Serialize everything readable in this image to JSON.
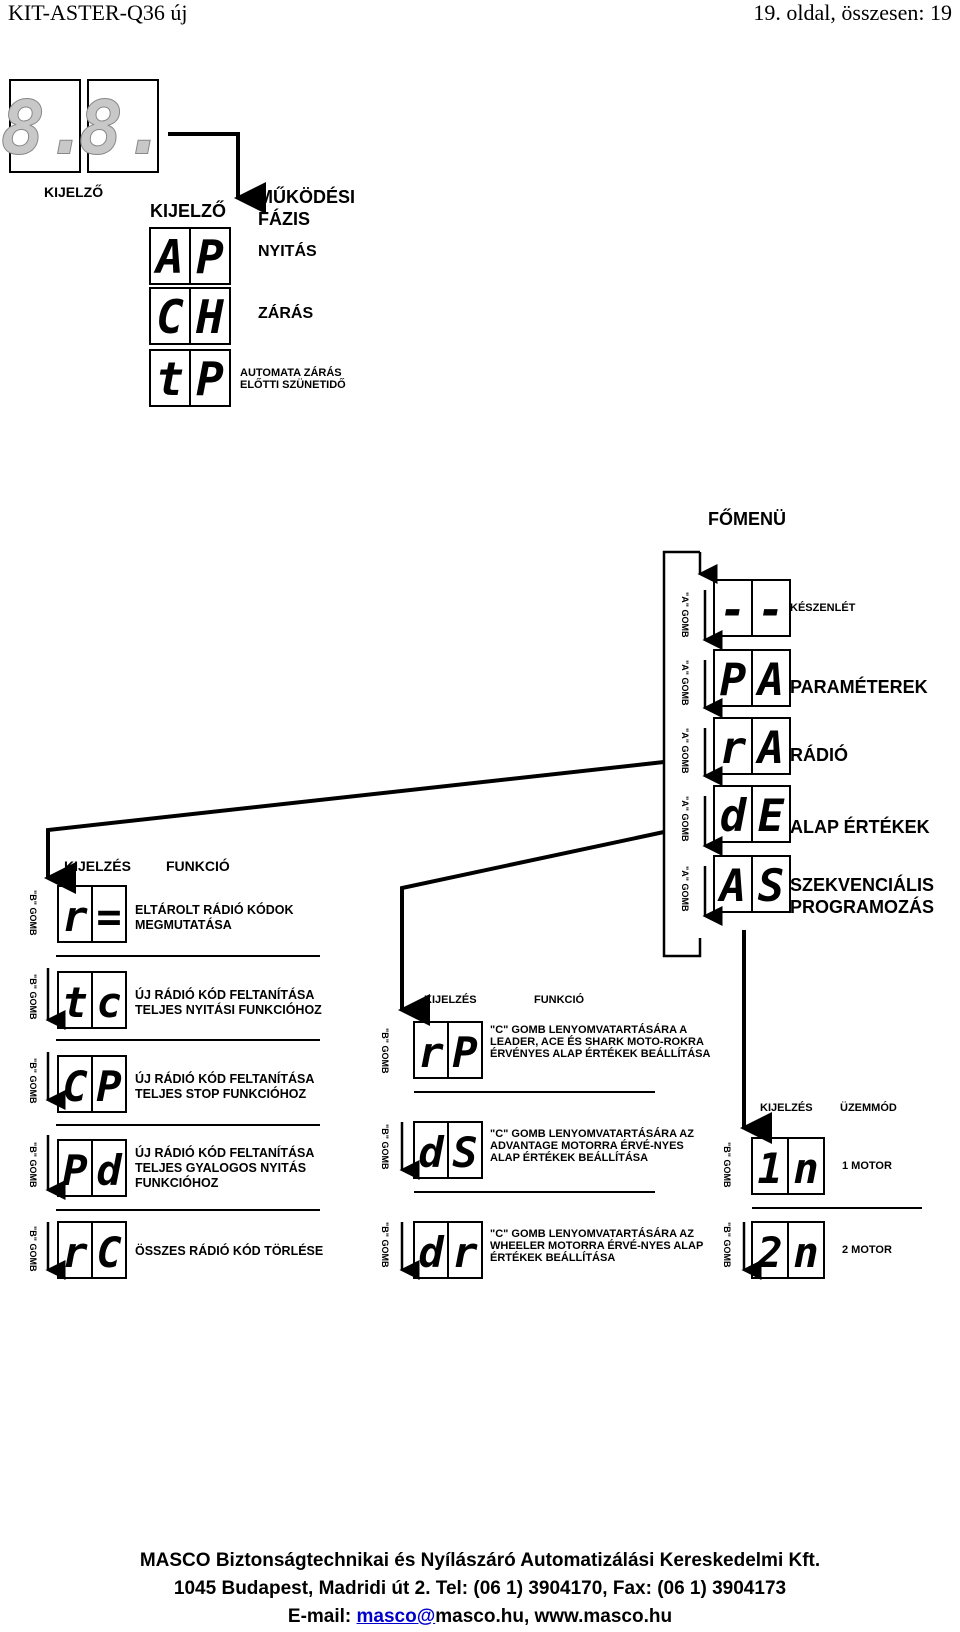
{
  "header": {
    "doc_title": "KIT-ASTER-Q36 új",
    "page_info": "19. oldal, összesen: 19"
  },
  "top": {
    "kijelzo_label": "KIJELZŐ",
    "col_display": "KIJELZŐ",
    "col_phase": "MŰKÖDÉSI FÁZIS",
    "phases": [
      {
        "display": "AP",
        "text": "NYITÁS"
      },
      {
        "display": "CH",
        "text": "ZÁRÁS"
      },
      {
        "display": "tP",
        "text": "AUTOMATA ZÁRÁS ELŐTTI SZÜNETIDŐ"
      }
    ]
  },
  "main_menu": {
    "title": "FŐMENÜ",
    "button_label": "\"A\" GOMB",
    "items": [
      {
        "display": "--",
        "text": "KÉSZENLÉT"
      },
      {
        "display": "PA",
        "text": "PARAMÉTEREK"
      },
      {
        "display": "rA",
        "text": "RÁDIÓ"
      },
      {
        "display": "dE",
        "text": "ALAP ÉRTÉKEK"
      },
      {
        "display": "AS",
        "text": "SZEKVENCIÁLIS PROGRAMOZÁS"
      }
    ]
  },
  "radio_menu": {
    "col_display": "KIJELZÉS",
    "col_function": "FUNKCIÓ",
    "button_label": "\"B\" GOMB",
    "items": [
      {
        "display": "r=",
        "text": "ELTÁROLT RÁDIÓ KÓDOK MEGMUTATÁSA"
      },
      {
        "display": "tc",
        "text": "ÚJ RÁDIÓ KÓD FELTANÍTÁSA TELJES NYITÁSI FUNKCIÓHOZ"
      },
      {
        "display": "CP",
        "text": "ÚJ RÁDIÓ KÓD FELTANÍTÁSA TELJES STOP FUNKCIÓHOZ"
      },
      {
        "display": "Pd",
        "text": "ÚJ RÁDIÓ KÓD FELTANÍTÁSA TELJES GYALOGOS NYITÁS FUNKCIÓHOZ"
      },
      {
        "display": "rC",
        "text": "ÖSSZES RÁDIÓ KÓD TÖRLÉSE"
      }
    ]
  },
  "defaults_menu": {
    "col_display": "KIJELZÉS",
    "col_function": "FUNKCIÓ",
    "button_label": "\"B\" GOMB",
    "items": [
      {
        "display": "rP",
        "text": "\"C\" GOMB LENYOMVATARTÁSÁRA A LEADER, ACE ÉS SHARK MOTO-ROKRA ÉRVÉNYES ALAP ÉRTÉKEK BEÁLLÍTÁSA"
      },
      {
        "display": "dS",
        "text": "\"C\" GOMB LENYOMVATARTÁSÁRA AZ ADVANTAGE MOTORRA ÉRVÉ-NYES ALAP ÉRTÉKEK BEÁLLÍTÁSA"
      },
      {
        "display": "dr",
        "text": "\"C\" GOMB LENYOMVATARTÁSÁRA AZ WHEELER MOTORRA ÉRVÉ-NYES ALAP ÉRTÉKEK BEÁLLÍTÁSA"
      }
    ]
  },
  "mode_menu": {
    "col_display": "KIJELZÉS",
    "col_mode": "ÜZEMMÓD",
    "button_label": "\"B\" GOMB",
    "items": [
      {
        "display": "1n",
        "text": "1 MOTOR"
      },
      {
        "display": "2n",
        "text": "2 MOTOR"
      }
    ]
  },
  "footer": {
    "line1": "MASCO Biztonságtechnikai és Nyílászáró Automatizálási Kereskedelmi Kft.",
    "line2": "1045 Budapest, Madridi út 2. Tel: (06 1) 3904170, Fax: (06 1) 3904173",
    "email_prefix": "E-mail: ",
    "email_user": "masco@",
    "email_rest": "masco.hu, www.masco.hu"
  }
}
